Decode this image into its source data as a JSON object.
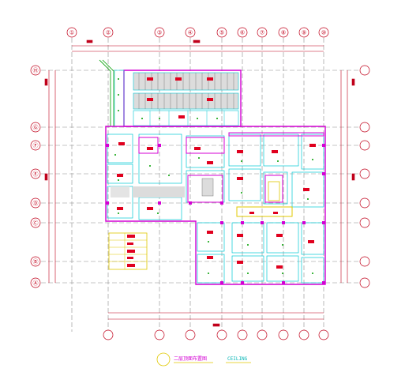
{
  "drawing": {
    "caption_title": "二层顶面布置图",
    "caption_sub": "CEILING",
    "colors": {
      "background": "#ffffff",
      "wall": "#d400d4",
      "partition": "#00c8d4",
      "grid": "#7a7a7a",
      "dimension": "#c0001a",
      "fixture": "#e0001e",
      "light": "#00a000",
      "yellow": "#e0c800"
    },
    "column_axes": [
      "①",
      "②",
      "③",
      "④",
      "⑤",
      "⑥",
      "⑦",
      "⑧",
      "⑨",
      "⑩"
    ],
    "row_axes": [
      "Ⓐ",
      "Ⓑ",
      "Ⓒ",
      "Ⓓ",
      "Ⓔ",
      "Ⓕ",
      "Ⓖ",
      "Ⓗ"
    ]
  }
}
